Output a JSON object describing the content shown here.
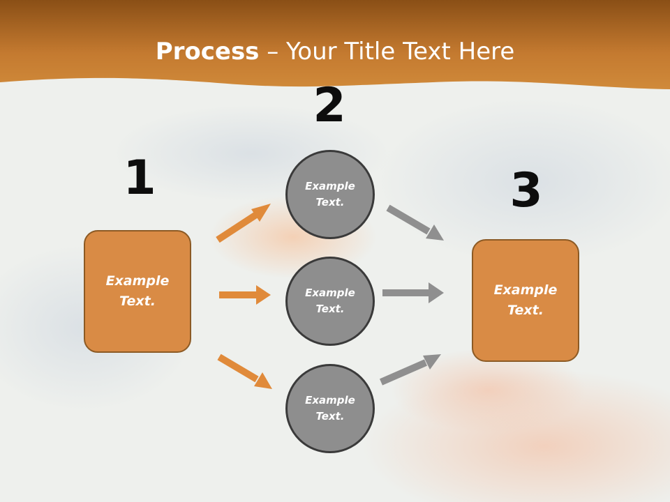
{
  "slide": {
    "title_bold": "Process",
    "title_rest": " – Your Title Text Here"
  },
  "colors": {
    "header": "#c97a2e",
    "box_fill": "#d98b45",
    "circle_fill": "#8e8e8e",
    "orange_arrow": "#e08a3a",
    "gray_arrow": "#8f8f8f"
  },
  "steps": {
    "one": {
      "number": "1",
      "text": "Example\nText."
    },
    "two": {
      "number": "2",
      "items": [
        {
          "text": "Example\nText."
        },
        {
          "text": "Example\nText."
        },
        {
          "text": "Example\nText."
        }
      ]
    },
    "three": {
      "number": "3",
      "text": "Example\nText."
    }
  }
}
